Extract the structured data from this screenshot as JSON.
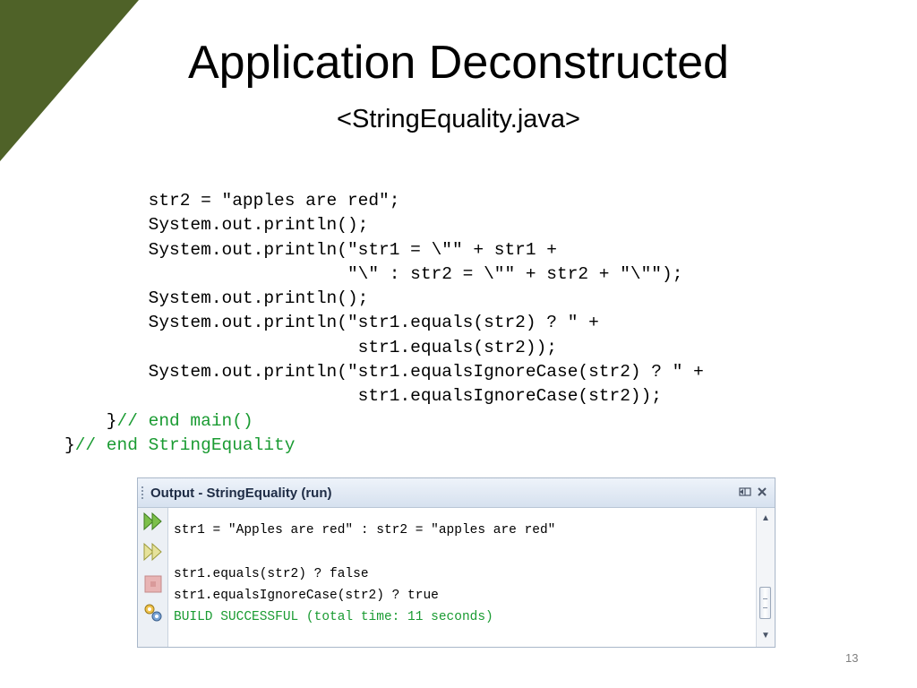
{
  "slide": {
    "title": "Application Deconstructed",
    "subtitle": "<StringEquality.java>",
    "page_number": "13",
    "accent_color": "#4f6228"
  },
  "code": {
    "lines": [
      "        str2 = \"apples are red\";",
      "        System.out.println();",
      "        System.out.println(\"str1 = \\\"\" + str1 +",
      "                           \"\\\" : str2 = \\\"\" + str2 + \"\\\"\");",
      "        System.out.println();",
      "        System.out.println(\"str1.equals(str2) ? \" +",
      "                            str1.equals(str2));",
      "        System.out.println(\"str1.equalsIgnoreCase(str2) ? \" +",
      "                            str1.equalsIgnoreCase(str2));"
    ],
    "end_main_brace": "    }",
    "end_main_comment": "// end main()",
    "end_class_brace": "}",
    "end_class_comment": "// end StringEquality",
    "comment_color": "#1a9b32"
  },
  "output_panel": {
    "title": "Output - StringEquality (run)",
    "header_icons": [
      "pin-icon",
      "close-icon"
    ],
    "tools": [
      "rerun-icon",
      "rerun-with-options-icon",
      "stop-icon",
      "settings-icon"
    ],
    "lines": [
      "str1 = \"Apples are red\" : str2 = \"apples are red\"",
      "",
      "str1.equals(str2) ? false",
      "str1.equalsIgnoreCase(str2) ? true"
    ],
    "build_message": "BUILD SUCCESSFUL (total time: 11 seconds)",
    "success_color": "#1a9b32"
  }
}
